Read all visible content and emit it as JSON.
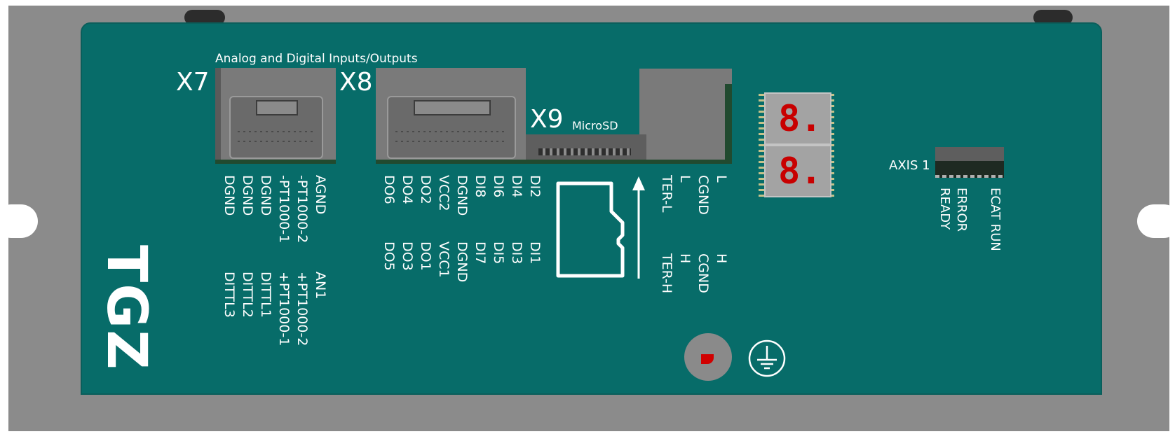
{
  "header_label": "Analog and Digital Inputs/Outputs",
  "connectors": {
    "x7": "X7",
    "x8": "X8",
    "x9": "X9",
    "x9_sub": "MicroSD"
  },
  "x7_pins": {
    "col_a": [
      "DGND",
      "DGND",
      "DGND",
      "-PT1000-1",
      "-PT1000-2",
      "AGND"
    ],
    "col_b": [
      "DITTL3",
      "DITTL2",
      "DITTL1",
      "+PT1000-1",
      "+PT1000-2",
      "AN1"
    ]
  },
  "x8_pins": {
    "col_a": [
      "DO6",
      "DO4",
      "DO2",
      "VCC2",
      "DGND",
      "DI8",
      "DI6",
      "DI4",
      "DI2"
    ],
    "col_b": [
      "DO5",
      "DO3",
      "DO1",
      "VCC1",
      "DGND",
      "DI7",
      "DI5",
      "DI3",
      "DI1"
    ]
  },
  "can_pins": {
    "col_a": [
      "TER-L",
      "L",
      "CGND",
      "L"
    ],
    "col_b": [
      "TER-H",
      "H",
      "CGND",
      "H"
    ]
  },
  "axis_label": "AXIS 1",
  "led_labels": [
    "READY",
    "ERROR",
    "ECAT RUN"
  ],
  "display_digit": "8.",
  "logo": "TGZ",
  "colors": {
    "panel": "#076c69",
    "enclosure": "#8b8b8b",
    "segment_red": "#c80000",
    "pcb_green": "#214a2f"
  }
}
